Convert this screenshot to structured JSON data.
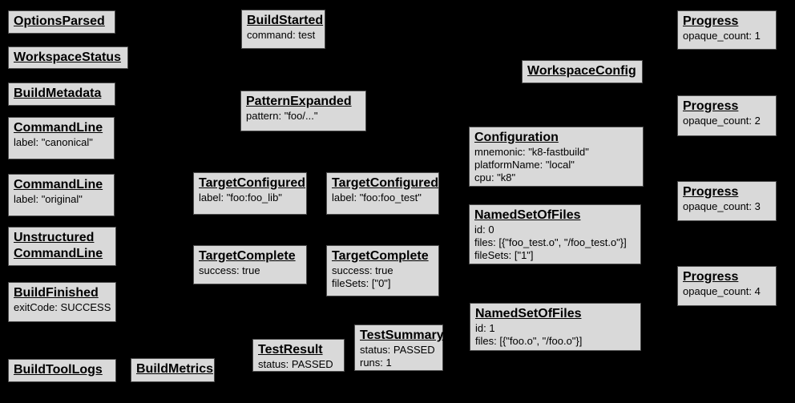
{
  "palette": {
    "background": "#000000",
    "node_fill": "#d9d9d9",
    "node_border": "#4d4d4d",
    "node_text": "#000000"
  },
  "nodes": {
    "options_parsed": {
      "title": "OptionsParsed",
      "lines": []
    },
    "workspace_status": {
      "title": "WorkspaceStatus",
      "lines": []
    },
    "build_metadata": {
      "title": "BuildMetadata",
      "lines": []
    },
    "command_line_canonical": {
      "title": "CommandLine",
      "lines": [
        "label: \"canonical\""
      ]
    },
    "command_line_original": {
      "title": "CommandLine",
      "lines": [
        "label: \"original\""
      ]
    },
    "unstructured_command_line": {
      "title": "Unstructured CommandLine",
      "lines": []
    },
    "build_finished": {
      "title": "BuildFinished",
      "lines": [
        "exitCode: SUCCESS"
      ]
    },
    "build_tool_logs": {
      "title": "BuildToolLogs",
      "lines": []
    },
    "build_metrics": {
      "title": "BuildMetrics",
      "lines": []
    },
    "build_started": {
      "title": "BuildStarted",
      "lines": [
        "command: test"
      ]
    },
    "pattern_expanded": {
      "title": "PatternExpanded",
      "lines": [
        "pattern: \"foo/...\""
      ]
    },
    "target_configured_lib": {
      "title": "TargetConfigured",
      "lines": [
        "label: \"foo:foo_lib\""
      ]
    },
    "target_configured_test": {
      "title": "TargetConfigured",
      "lines": [
        "label: \"foo:foo_test\""
      ]
    },
    "target_complete_lib": {
      "title": "TargetComplete",
      "lines": [
        "success: true"
      ]
    },
    "target_complete_test": {
      "title": "TargetComplete",
      "lines": [
        "success: true",
        "fileSets: [\"0\"]"
      ]
    },
    "test_result": {
      "title": "TestResult",
      "lines": [
        "status: PASSED"
      ]
    },
    "test_summary": {
      "title": "TestSummary",
      "lines": [
        "status: PASSED",
        "runs: 1"
      ]
    },
    "workspace_config": {
      "title": "WorkspaceConfig",
      "lines": []
    },
    "configuration": {
      "title": "Configuration",
      "lines": [
        "mnemonic: \"k8-fastbuild\"",
        "platformName: \"local\"",
        "cpu: \"k8\""
      ]
    },
    "named_set_of_files_0": {
      "title": "NamedSetOfFiles",
      "lines": [
        "id: 0",
        "files: [{\"foo_test.o\", \"/foo_test.o\"}]",
        "fileSets: [\"1\"]"
      ]
    },
    "named_set_of_files_1": {
      "title": "NamedSetOfFiles",
      "lines": [
        "id: 1",
        "files: [{\"foo.o\", \"/foo.o\"}]"
      ]
    },
    "progress_1": {
      "title": "Progress",
      "lines": [
        "opaque_count: 1"
      ]
    },
    "progress_2": {
      "title": "Progress",
      "lines": [
        "opaque_count: 2"
      ]
    },
    "progress_3": {
      "title": "Progress",
      "lines": [
        "opaque_count: 3"
      ]
    },
    "progress_4": {
      "title": "Progress",
      "lines": [
        "opaque_count: 4"
      ]
    }
  }
}
